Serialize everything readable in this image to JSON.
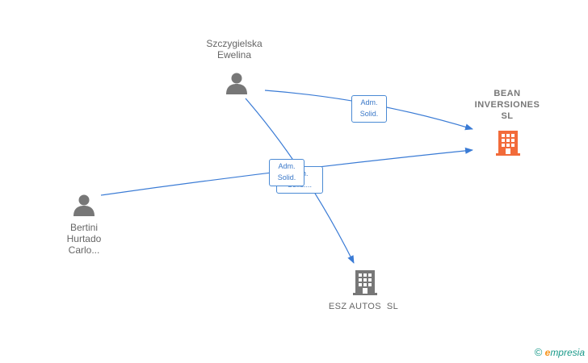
{
  "nodes": {
    "person_1": {
      "line1": "Szczygielska",
      "line2": "Ewelina",
      "icon": "person-icon"
    },
    "person_2": {
      "line1": "Bertini",
      "line2": "Hurtado",
      "line3": "Carlo...",
      "icon": "person-icon"
    },
    "company_1": {
      "line1": "BEAN",
      "line2": "INVERSIONES",
      "line3": "SL",
      "icon": "building-icon",
      "color": "#f26b3a"
    },
    "company_2": {
      "line1": "ESZ AUTOS  SL",
      "icon": "building-icon",
      "color": "#777777"
    }
  },
  "edges": {
    "e1": {
      "line1": "Adm.",
      "line2": "Solid."
    },
    "e2": {
      "line1": "Adm.",
      "line2": "Solid."
    },
    "e3": {
      "line1": "Adm.",
      "line2": "Solid...."
    }
  },
  "colors": {
    "edge": "#3a7bd5",
    "person": "#777777"
  },
  "footer": {
    "copyright": "©",
    "brand_initial": "e",
    "brand_rest": "mpresia"
  }
}
